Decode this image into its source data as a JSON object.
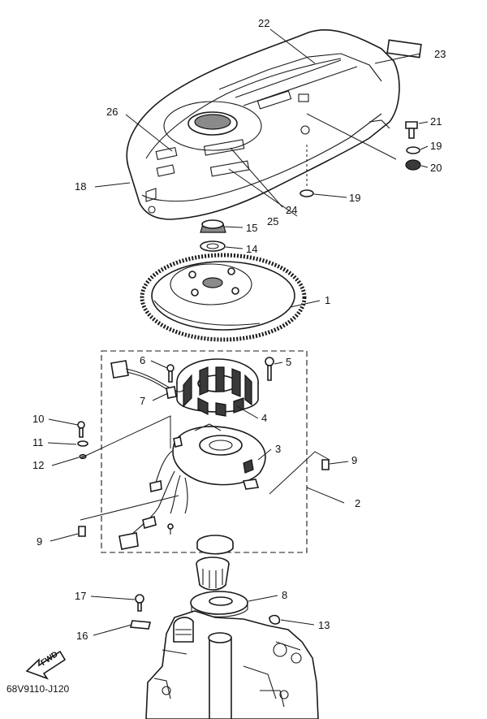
{
  "diagram": {
    "code": "68V9110-J120",
    "fwd_label": "FWD",
    "callouts": {
      "c1": "1",
      "c2": "2",
      "c3": "3",
      "c4": "4",
      "c5": "5",
      "c6": "6",
      "c7": "7",
      "c8": "8",
      "c9a": "9",
      "c9b": "9",
      "c10": "10",
      "c11": "11",
      "c12": "12",
      "c13": "13",
      "c14": "14",
      "c15": "15",
      "c16": "16",
      "c17": "17",
      "c18": "18",
      "c19a": "19",
      "c19b": "19",
      "c20": "20",
      "c21": "21",
      "c22": "22",
      "c23": "23",
      "c24": "24",
      "c25": "25",
      "c26": "26"
    }
  }
}
